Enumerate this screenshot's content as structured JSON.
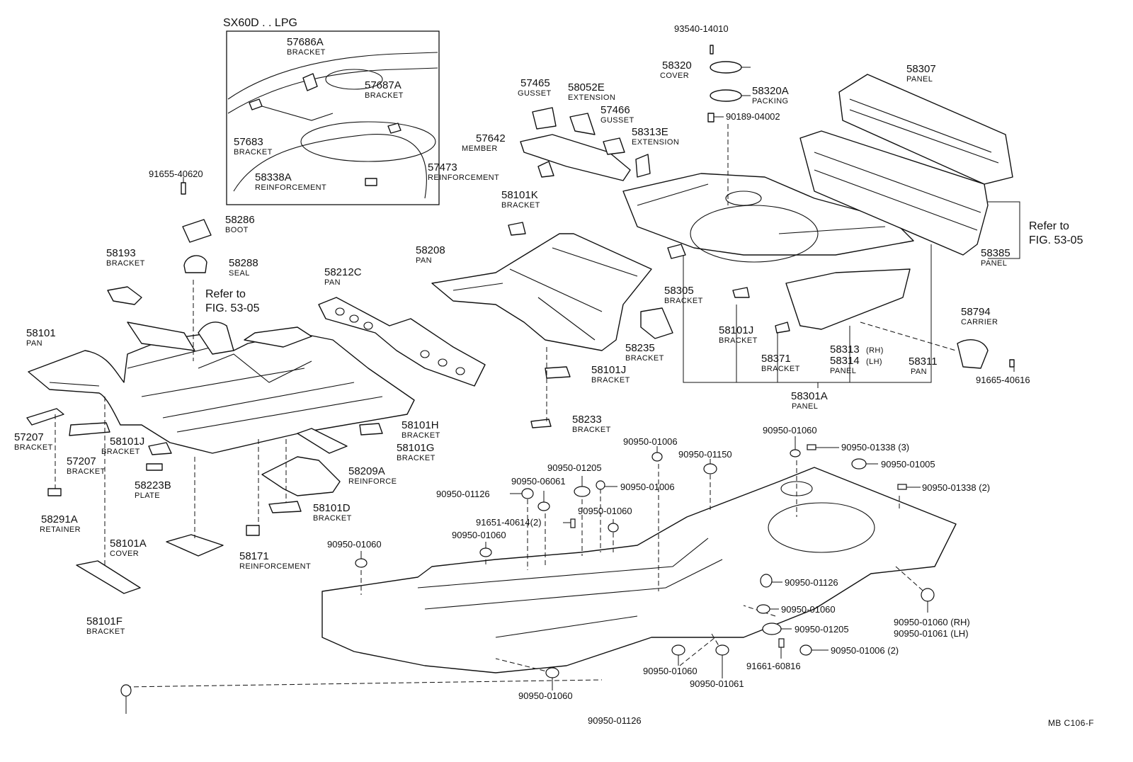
{
  "inset_title": "SX60D . . LPG",
  "refer_left": {
    "line1": "Refer to",
    "line2": "FIG. 53-05"
  },
  "refer_right": {
    "line1": "Refer to",
    "line2": "FIG. 53-05"
  },
  "footer_code": "MB  C106-F",
  "callouts": {
    "p57686A": {
      "num": "57686A",
      "name": "BRACKET"
    },
    "p57687A": {
      "num": "57687A",
      "name": "BRACKET"
    },
    "p57683": {
      "num": "57683",
      "name": "BRACKET"
    },
    "p58338A": {
      "num": "58338A",
      "name": "REINFORCEMENT"
    },
    "p57473": {
      "num": "57473",
      "name": "REINFORCEMENT"
    },
    "p91655_40620": {
      "num": "91655-40620"
    },
    "p58286": {
      "num": "58286",
      "name": "BOOT"
    },
    "p58288": {
      "num": "58288",
      "name": "SEAL"
    },
    "p58193": {
      "num": "58193",
      "name": "BRACKET"
    },
    "p58101": {
      "num": "58101",
      "name": "PAN"
    },
    "p57207a": {
      "num": "57207",
      "name": "BRACKET"
    },
    "p57207b": {
      "num": "57207",
      "name": "BRACKET"
    },
    "p58101J_a": {
      "num": "58101J",
      "name": "BRACKET"
    },
    "p58223B": {
      "num": "58223B",
      "name": "PLATE"
    },
    "p58291A": {
      "num": "58291A",
      "name": "RETAINER"
    },
    "p58101A": {
      "num": "58101A",
      "name": "COVER"
    },
    "p58101F": {
      "num": "58101F",
      "name": "BRACKET"
    },
    "p58171": {
      "num": "58171",
      "name": "REINFORCEMENT"
    },
    "p58101D": {
      "num": "58101D",
      "name": "BRACKET"
    },
    "p58209A": {
      "num": "58209A",
      "name": "REINFORCE"
    },
    "p58101G": {
      "num": "58101G",
      "name": "BRACKET"
    },
    "p58101H": {
      "num": "58101H",
      "name": "BRACKET"
    },
    "p58212C": {
      "num": "58212C",
      "name": "PAN"
    },
    "p58208": {
      "num": "58208",
      "name": "PAN"
    },
    "p58101K": {
      "num": "58101K",
      "name": "BRACKET"
    },
    "p57465": {
      "num": "57465",
      "name": "GUSSET"
    },
    "p58052E": {
      "num": "58052E",
      "name": "EXTENSION"
    },
    "p57466": {
      "num": "57466",
      "name": "GUSSET"
    },
    "p57642": {
      "num": "57642",
      "name": "MEMBER"
    },
    "p58313E": {
      "num": "58313E",
      "name": "EXTENSION"
    },
    "p58235": {
      "num": "58235",
      "name": "BRACKET"
    },
    "p58101J_b": {
      "num": "58101J",
      "name": "BRACKET"
    },
    "p58233": {
      "num": "58233",
      "name": "BRACKET"
    },
    "p93540_14010": {
      "num": "93540-14010"
    },
    "p58320": {
      "num": "58320",
      "name": "COVER"
    },
    "p58320A": {
      "num": "58320A",
      "name": "PACKING"
    },
    "p90189_04002": {
      "num": "90189-04002"
    },
    "p58307": {
      "num": "58307",
      "name": "PANEL"
    },
    "p58385": {
      "num": "58385",
      "name": "PANEL"
    },
    "p58305": {
      "num": "58305",
      "name": "BRACKET"
    },
    "p58101J_c": {
      "num": "58101J",
      "name": "BRACKET"
    },
    "p58371": {
      "num": "58371",
      "name": "BRACKET"
    },
    "p58313": {
      "num": "58313",
      "side": "(RH)"
    },
    "p58314": {
      "num": "58314",
      "side": "(LH)",
      "name": "PANEL"
    },
    "p58311": {
      "num": "58311",
      "name": "PAN"
    },
    "p58301A": {
      "num": "58301A",
      "name": "PANEL"
    },
    "p58794": {
      "num": "58794",
      "name": "CARRIER"
    },
    "p91665_40616": {
      "num": "91665-40616"
    }
  },
  "plugs": {
    "g1": "90950-01060",
    "g2": "90950-01006",
    "g3": "90950-01150",
    "g4": "90950-01338 (3)",
    "g5": "90950-01005",
    "g6": "90950-01205",
    "g7": "90950-06061",
    "g8": "90950-01006",
    "g9": "90950-01126",
    "g10": "90950-01338 (2)",
    "g11": "90950-01060",
    "g12": "91651-40614(2)",
    "g13": "90950-01060",
    "g14": "90950-01060",
    "g15": "90950-01126",
    "g16": "90950-01060",
    "g17": "90950-01205",
    "g18": "90950-01006 (2)",
    "g19": "91661-60816",
    "g20": "90950-01060",
    "g21": "90950-01061",
    "g22": "90950-01060",
    "g23": "90950-01126",
    "g24": "90950-01060 (RH)",
    "g25": "90950-01061 (LH)"
  }
}
